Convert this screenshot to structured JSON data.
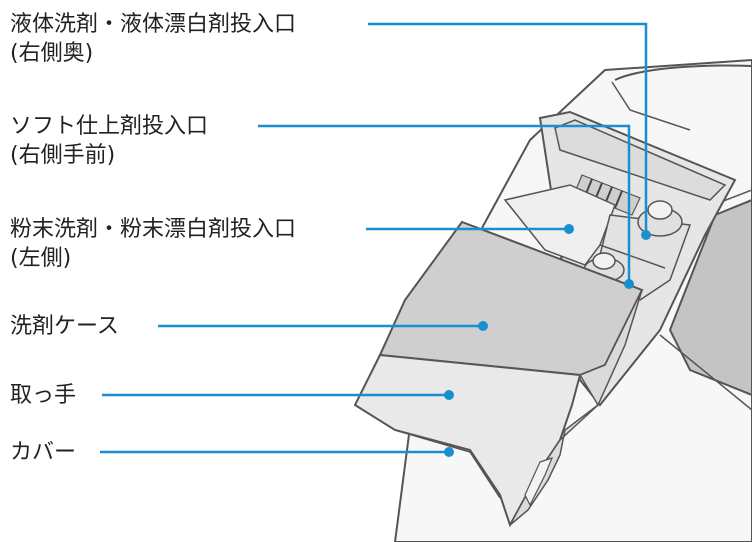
{
  "labels": {
    "liquid": {
      "line1": "液体洗剤・液体漂白剤投入口",
      "line2": "(右側奥)"
    },
    "softener": {
      "line1": "ソフト仕上剤投入口",
      "line2": "(右側手前)"
    },
    "powder": {
      "line1": "粉末洗剤・粉末漂白剤投入口",
      "line2": "(左側)"
    },
    "case": {
      "line1": "洗剤ケース"
    },
    "handle": {
      "line1": "取っ手"
    },
    "cover": {
      "line1": "カバー"
    }
  },
  "colors": {
    "leader": "#1a8fd0",
    "outline": "#555555",
    "lid": "#cfcfcf",
    "cover": "#e9e9e9",
    "body": "#f7f7f7",
    "window": "#c4c4c4"
  }
}
